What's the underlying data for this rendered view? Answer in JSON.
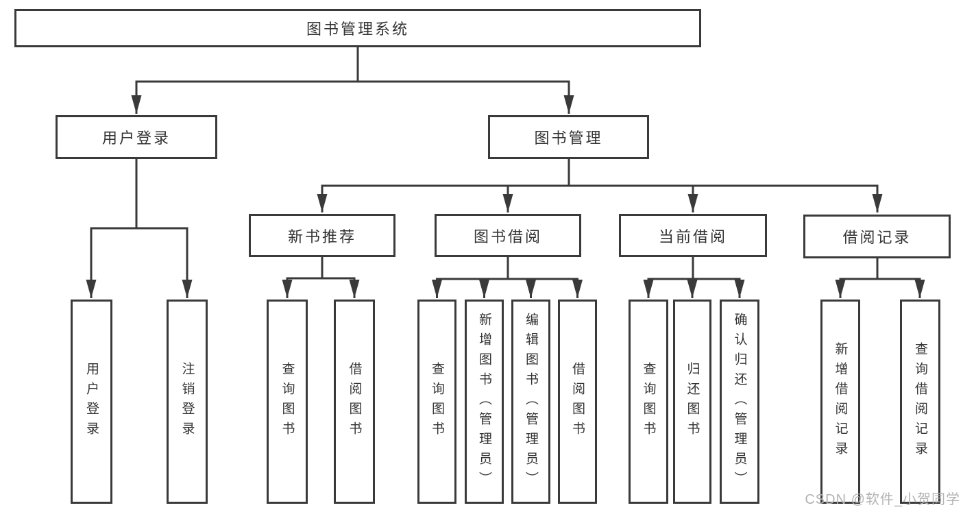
{
  "diagram": {
    "type": "tree",
    "colors": {
      "line": "#3a3a3a",
      "box_border": "#3a3a3a",
      "box_background": "#ffffff",
      "text": "#333333",
      "watermark": "#b3b3b3",
      "background": "#ffffff"
    },
    "nodes": {
      "root": "图书管理系统",
      "user_login": "用户登录",
      "book_mgmt": "图书管理",
      "new_book": "新书推荐",
      "book_borrow": "图书借阅",
      "current_borrow": "当前借阅",
      "borrow_records": "借阅记录",
      "ul_user_login": "用户登录",
      "ul_logout": "注销登录",
      "nb_query": "查询图书",
      "nb_borrow": "借阅图书",
      "bb_query": "查询图书",
      "bb_add": "新增图书（管理员）",
      "bb_edit": "编辑图书（管理员）",
      "bb_borrow": "借阅图书",
      "cb_query": "查询图书",
      "cb_return": "归还图书",
      "cb_confirm": "确认归还（管理员）",
      "br_add": "新增借阅记录",
      "br_query": "查询借阅记录"
    },
    "hierarchy": {
      "label": "图书管理系统",
      "children": [
        {
          "label": "用户登录",
          "children": [
            "用户登录",
            "注销登录"
          ]
        },
        {
          "label": "图书管理",
          "children": [
            {
              "label": "新书推荐",
              "children": [
                "查询图书",
                "借阅图书"
              ]
            },
            {
              "label": "图书借阅",
              "children": [
                "查询图书",
                "新增图书（管理员）",
                "编辑图书（管理员）",
                "借阅图书"
              ]
            },
            {
              "label": "当前借阅",
              "children": [
                "查询图书",
                "归还图书",
                "确认归还（管理员）"
              ]
            },
            {
              "label": "借阅记录",
              "children": [
                "新增借阅记录",
                "查询借阅记录"
              ]
            }
          ]
        }
      ]
    },
    "watermark": {
      "text": "CSDN @软件_小贺同学"
    }
  }
}
